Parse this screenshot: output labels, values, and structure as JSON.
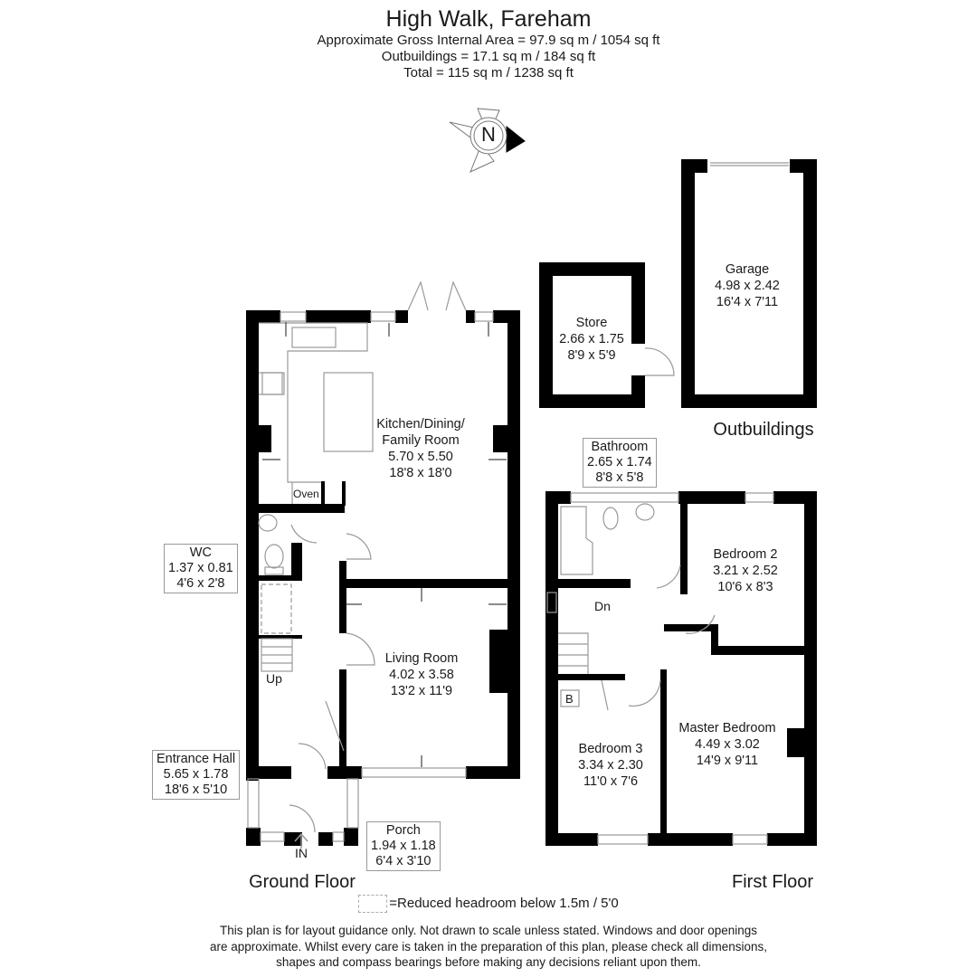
{
  "header": {
    "title": "High Walk, Fareham",
    "gross_internal_area": "Approximate Gross Internal Area = 97.9 sq m / 1054 sq ft",
    "outbuildings_area": "Outbuildings = 17.1 sq m / 184 sq ft",
    "total_area": "Total = 115 sq m / 1238 sq ft"
  },
  "compass": {
    "label": "N",
    "icon": "compass-rose-icon"
  },
  "floors": {
    "ground": {
      "label": "Ground Floor",
      "rooms": [
        {
          "name": "Kitchen/Dining/",
          "name2": "Family Room",
          "metric": "5.70 x 5.50",
          "imperial": "18'8 x 18'0"
        },
        {
          "name": "Living Room",
          "metric": "4.02 x 3.58",
          "imperial": "13'2 x 11'9"
        },
        {
          "name": "WC",
          "metric": "1.37 x 0.81",
          "imperial": "4'6 x 2'8"
        },
        {
          "name": "Entrance Hall",
          "metric": "5.65 x 1.78",
          "imperial": "18'6 x 5'10"
        },
        {
          "name": "Porch",
          "metric": "1.94 x 1.18",
          "imperial": "6'4 x 3'10"
        }
      ],
      "annotations": {
        "oven": "Oven",
        "stairs": "Up",
        "entry": "IN"
      }
    },
    "first": {
      "label": "First Floor",
      "rooms": [
        {
          "name": "Bathroom",
          "metric": "2.65 x 1.74",
          "imperial": "8'8 x 5'8"
        },
        {
          "name": "Bedroom 2",
          "metric": "3.21 x 2.52",
          "imperial": "10'6 x 8'3"
        },
        {
          "name": "Bedroom 3",
          "metric": "3.34 x 2.30",
          "imperial": "11'0 x 7'6"
        },
        {
          "name": "Master Bedroom",
          "metric": "4.49 x 3.02",
          "imperial": "14'9 x 9'11"
        }
      ],
      "annotations": {
        "stairs": "Dn",
        "boiler": "B"
      }
    },
    "outbuildings": {
      "label": "Outbuildings",
      "rooms": [
        {
          "name": "Store",
          "metric": "2.66 x 1.75",
          "imperial": "8'9 x 5'9"
        },
        {
          "name": "Garage",
          "metric": "4.98 x 2.42",
          "imperial": "16'4 x 7'11"
        }
      ]
    }
  },
  "legend": {
    "reduced_headroom": "=Reduced headroom below 1.5m / 5'0"
  },
  "disclaimer": {
    "line1": "This plan is for layout guidance only. Not drawn to scale unless stated. Windows and door openings",
    "line2": "are approximate. Whilst every care is taken in the preparation of this plan, please check all dimensions,",
    "line3": "shapes and compass bearings before making any decisions reliant upon them."
  },
  "colors": {
    "wall": "#000000",
    "line": "#999999",
    "text": "#1a1a1a",
    "background": "#ffffff"
  }
}
